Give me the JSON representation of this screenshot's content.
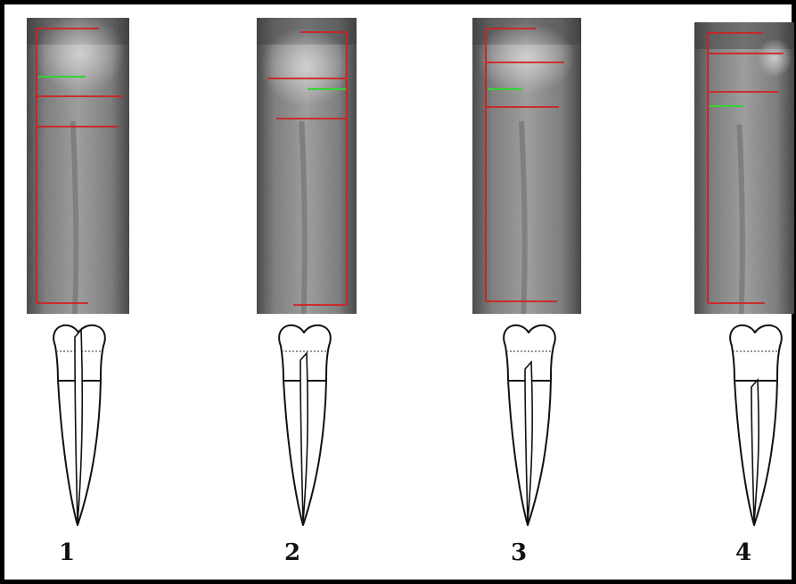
{
  "figure": {
    "panels": [
      {
        "label": "1",
        "xray": "bright-upper-crown",
        "pulp_tip_level": "crown-above-cej"
      },
      {
        "label": "2",
        "xray": "bright-upper-crown",
        "pulp_tip_level": "crown-between-lines"
      },
      {
        "label": "3",
        "xray": "gray",
        "pulp_tip_level": "just-above-cej"
      },
      {
        "label": "4",
        "xray": "bright-right-crown",
        "pulp_tip_level": "below-cej"
      }
    ],
    "colors": {
      "frame": "#000000",
      "measure_lines": "#d21f1f",
      "pulp_marker": "#33d433",
      "outline": "#111111"
    }
  }
}
